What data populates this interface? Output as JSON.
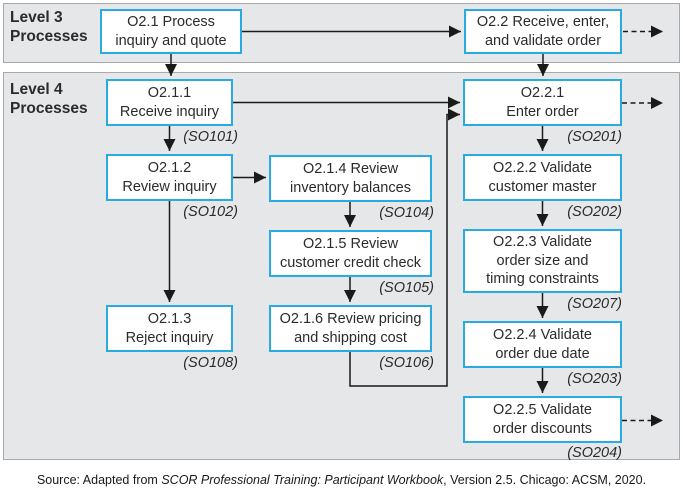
{
  "figure": {
    "type": "process-flowchart",
    "colors": {
      "box_border": "#29abe2",
      "band_fill": "#e6e7e8",
      "band_border": "#a7a9ac",
      "arrow": "#1a1a1a",
      "text": "#2b2b2b"
    }
  },
  "level3": {
    "band_label": "Level 3\nProcesses",
    "nodes": {
      "o21": {
        "label": "O2.1 Process\ninquiry and quote"
      },
      "o22": {
        "label": "O2.2 Receive, enter,\nand validate order"
      }
    }
  },
  "level4": {
    "band_label": "Level 4\nProcesses",
    "nodes": {
      "o211": {
        "label": "O2.1.1\nReceive inquiry",
        "tag": "(SO101)"
      },
      "o212": {
        "label": "O2.1.2\nReview inquiry",
        "tag": "(SO102)"
      },
      "o213": {
        "label": "O2.1.3\nReject inquiry",
        "tag": "(SO108)"
      },
      "o214": {
        "label": "O2.1.4 Review\ninventory balances",
        "tag": "(SO104)"
      },
      "o215": {
        "label": "O2.1.5 Review\ncustomer credit check",
        "tag": "(SO105)"
      },
      "o216": {
        "label": "O2.1.6 Review pricing\nand shipping cost",
        "tag": "(SO106)"
      },
      "o221": {
        "label": "O2.2.1\nEnter order",
        "tag": "(SO201)"
      },
      "o222": {
        "label": "O2.2.2 Validate\ncustomer master",
        "tag": "(SO202)"
      },
      "o223": {
        "label": "O2.2.3 Validate\norder size and\ntiming constraints",
        "tag": "(SO207)"
      },
      "o224": {
        "label": "O2.2.4 Validate\norder due date",
        "tag": "(SO203)"
      },
      "o225": {
        "label": "O2.2.5 Validate\norder discounts",
        "tag": "(SO204)"
      }
    }
  },
  "edges": [
    {
      "from": "o21",
      "to": "o22",
      "style": "solid"
    },
    {
      "from": "o22",
      "to": "offpage",
      "style": "dashed"
    },
    {
      "from": "o21",
      "to": "o211",
      "style": "solid"
    },
    {
      "from": "o22",
      "to": "o221",
      "style": "solid"
    },
    {
      "from": "o211",
      "to": "o221",
      "style": "solid"
    },
    {
      "from": "o211",
      "to": "o212",
      "style": "solid"
    },
    {
      "from": "o212",
      "to": "o213",
      "style": "solid"
    },
    {
      "from": "o212",
      "to": "o214",
      "style": "solid"
    },
    {
      "from": "o214",
      "to": "o215",
      "style": "solid"
    },
    {
      "from": "o215",
      "to": "o216",
      "style": "solid"
    },
    {
      "from": "o216",
      "to": "o221",
      "style": "solid-elbow"
    },
    {
      "from": "o221",
      "to": "o222",
      "style": "solid"
    },
    {
      "from": "o222",
      "to": "o223",
      "style": "solid"
    },
    {
      "from": "o223",
      "to": "o224",
      "style": "solid"
    },
    {
      "from": "o224",
      "to": "o225",
      "style": "solid"
    },
    {
      "from": "o221",
      "to": "offpage",
      "style": "dashed"
    },
    {
      "from": "o225",
      "to": "offpage",
      "style": "dashed"
    }
  ],
  "source": {
    "prefix": "Source: Adapted from ",
    "italic": "SCOR Professional Training: Participant Workbook",
    "suffix": ", Version 2.5. Chicago: ACSM, 2020."
  }
}
